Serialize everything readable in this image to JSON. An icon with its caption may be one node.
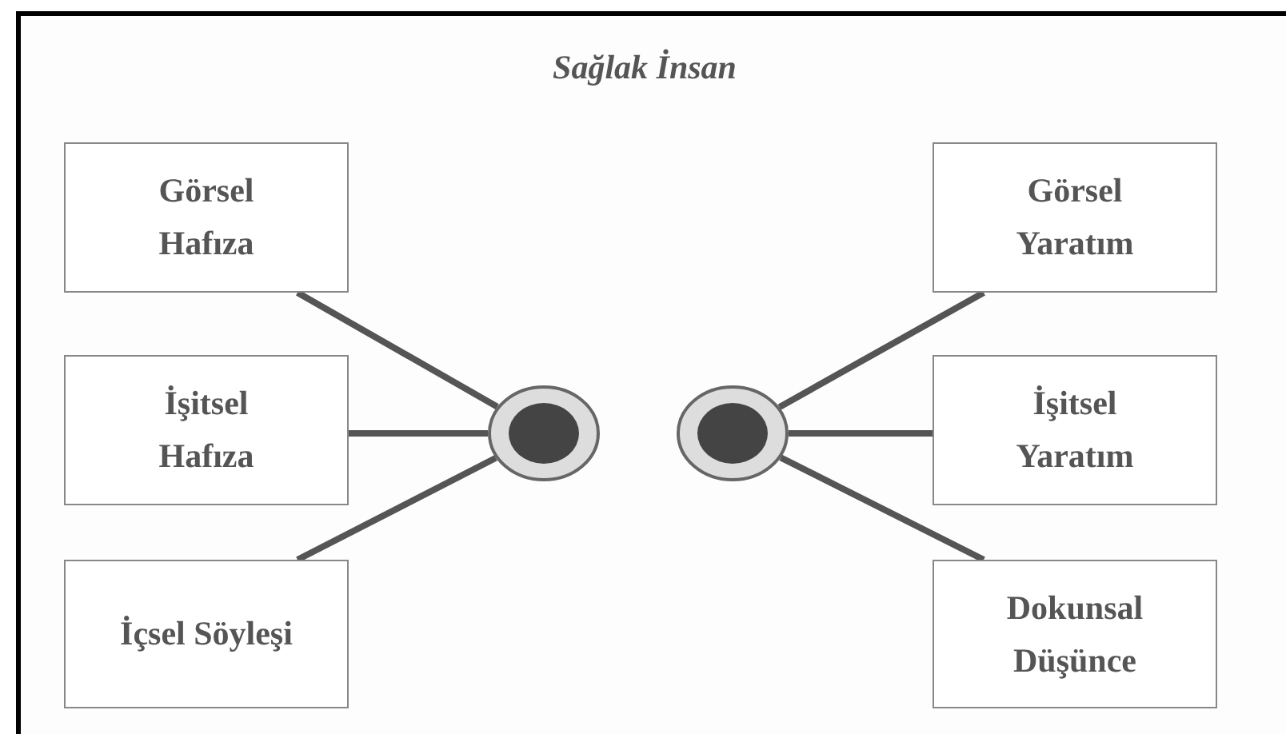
{
  "diagram": {
    "title": "Sağlak İnsan",
    "nodes": [
      {
        "text": [
          "Görsel Hafıza"
        ]
      },
      {
        "text": [
          "İşitsel Hafıza"
        ]
      },
      {
        "text": [
          "İçsel Söyleşi"
        ]
      },
      {
        "text": [],
        "shape": "circle"
      },
      {
        "text": [],
        "shape": "circle"
      },
      {
        "text": [
          "Görsel Yaratım"
        ]
      },
      {
        "text": [
          "İşitsel Yaratım"
        ]
      },
      {
        "text": [
          "Dokunsal Düşünce"
        ]
      }
    ],
    "edges": [
      {
        "from": 0,
        "to": 3,
        "arrow": "none"
      },
      {
        "from": 1,
        "to": 3,
        "arrow": "none"
      },
      {
        "from": 2,
        "to": 3,
        "arrow": "none"
      },
      {
        "from": 5,
        "to": 4,
        "arrow": "none"
      },
      {
        "from": 6,
        "to": 4,
        "arrow": "none"
      },
      {
        "from": 7,
        "to": 4,
        "arrow": "none"
      }
    ]
  }
}
